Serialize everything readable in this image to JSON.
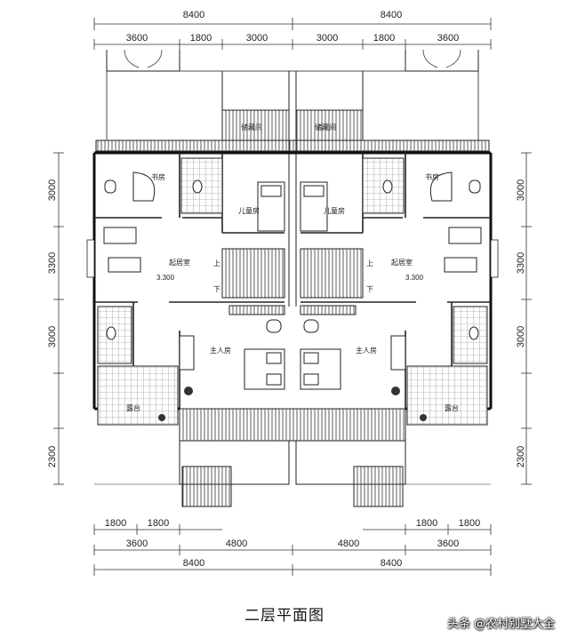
{
  "drawing": {
    "title": "二层平面图",
    "watermark": "头条 @农村别墅大全",
    "top_overall": [
      "8400",
      "8400"
    ],
    "top_detail": [
      "3600",
      "1800",
      "3000",
      "3000",
      "1800",
      "3600"
    ],
    "bottom_detail_small": [
      "1800",
      "1800",
      "1800",
      "1800"
    ],
    "bottom_detail": [
      "3600",
      "4800",
      "4800",
      "3600"
    ],
    "bottom_overall": [
      "8400",
      "8400"
    ],
    "left_side": [
      "3000",
      "3300",
      "3000",
      "2300"
    ],
    "right_side": [
      "3000",
      "3300",
      "3000",
      "2300"
    ],
    "rooms": {
      "study": "书房",
      "child_room": "儿童房",
      "living": "起居室",
      "master": "主人房",
      "terrace": "露台",
      "storage": "储藏间",
      "up": "上",
      "down": "下",
      "level": "3.300"
    }
  }
}
